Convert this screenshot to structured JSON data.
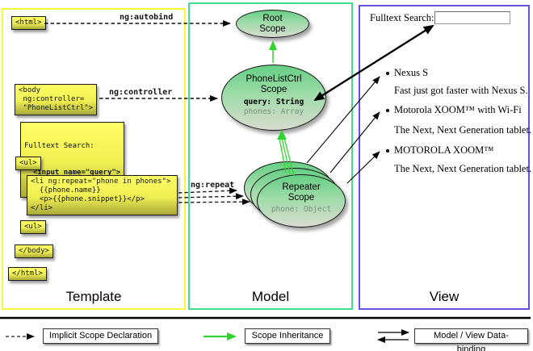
{
  "columns": {
    "template": "Template",
    "model": "Model",
    "view": "View"
  },
  "template": {
    "labels": {
      "autobind": "ng:autobind",
      "controller": "ng:controller",
      "repeat": "ng:repeat"
    },
    "boxes": {
      "html_open": "<html>",
      "body_open": "<body\n ng:controller=\n \"PhoneListCtrl\">",
      "fulltext_label": "Fulltext Search:",
      "fulltext_input": "  <input name=\"query\">",
      "ul_open": "<ul>",
      "li_repeat": "<li ng:repeat=\"phone in phones\">\n  {{phone.name}}\n  <p>{{phone.snippet}}</p>\n</li>",
      "ul_close": "<ul>",
      "body_close": "</body>",
      "html_close": "</html>"
    }
  },
  "model": {
    "root": {
      "title": "Root\nScope"
    },
    "phonelist": {
      "title": "PhoneListCtrl\nScope",
      "query": "query: String",
      "phones": "phones: Array"
    },
    "repeater": {
      "title": "Repeater\nScope",
      "phone": "phone: Object"
    }
  },
  "view": {
    "search_label": "Fulltext Search:",
    "search_value": "",
    "items": [
      {
        "title": "Nexus S",
        "desc": "Fast just got faster with Nexus S."
      },
      {
        "title": "Motorola XOOM™ with Wi-Fi",
        "desc": "The Next, Next Generation tablet."
      },
      {
        "title": "MOTOROLA XOOM™",
        "desc": "The Next, Next Generation tablet."
      }
    ]
  },
  "legend": {
    "implicit": "Implicit Scope Declaration",
    "inheritance": "Scope Inheritance",
    "databinding": "Model / View Data-binding"
  },
  "colors": {
    "template_border": "#f6f63a",
    "model_border": "#3fde8e",
    "view_border": "#6450dd",
    "code_box_yellow": "#f5f54f",
    "scope_green": "#6fd18a",
    "arrow_green": "#2fd42f"
  }
}
